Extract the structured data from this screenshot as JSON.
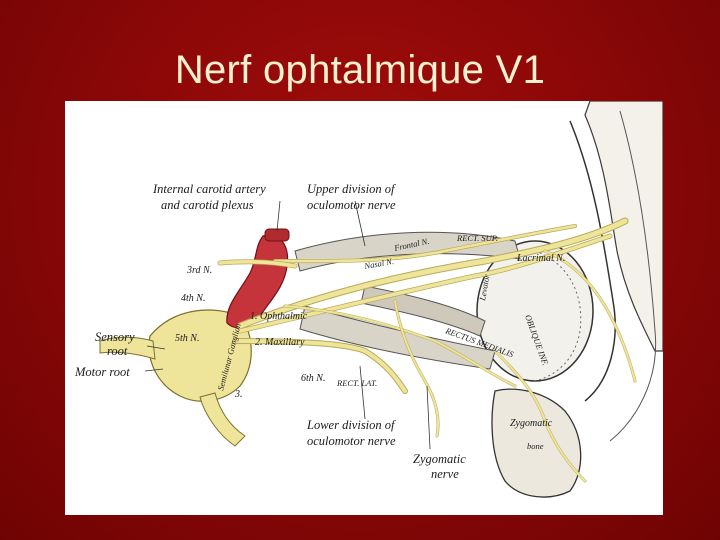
{
  "slide": {
    "title": "Nerf ophtalmique V1",
    "background_color": "#8e0808",
    "title_color": "#fbf1cf"
  },
  "figure": {
    "labels": {
      "internal_carotid_1": "Internal carotid artery",
      "internal_carotid_2": "and carotid plexus",
      "upper_division_1": "Upper division of",
      "upper_division_2": "oculomotor nerve",
      "sensory_root_1": "Sensory",
      "sensory_root_2": "root",
      "motor_root": "Motor root",
      "lower_division_1": "Lower division of",
      "lower_division_2": "oculomotor nerve",
      "zygomatic_nerve_1": "Zygomatic",
      "zygomatic_nerve_2": "nerve",
      "lacrimal_n": "Lacrimal N.",
      "rect_sup": "RECT. SUP.",
      "rectus_medial": "RECTUS MEDIALIS",
      "rect_lat": "RECT. LAT.",
      "oblique_inf": "OBLIQUE INF.",
      "zygomatic_bone_1": "Zygomatic",
      "zygomatic_bone_2": "bone",
      "third_n": "3rd N.",
      "fourth_n": "4th N.",
      "fifth_n": "5th N.",
      "sixth_n": "6th N.",
      "ophthalmic": "1. Ophthalmic",
      "maxillary": "2. Maxillary",
      "mandibular": "3.",
      "semilunar_ganglion": "Semilunar Ganglion",
      "nasal_n": "Nasal N.",
      "frontal_n": "Frontal N.",
      "levator": "Levator"
    },
    "colors": {
      "nerve": "#efe59a",
      "nerve_edge": "#b8a95a",
      "artery": "#c4343a",
      "outline": "#2a2a2a"
    }
  }
}
